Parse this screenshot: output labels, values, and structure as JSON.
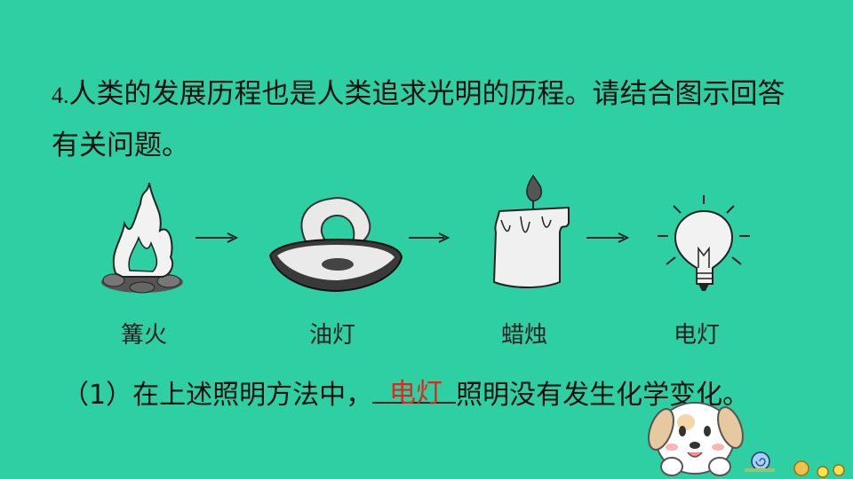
{
  "question": {
    "number": "4.",
    "text": "人类的发展历程也是人类追求光明的历程。请结合图示回答有关问题。"
  },
  "diagram": {
    "items": [
      {
        "label": "篝火",
        "icon": "bonfire-icon"
      },
      {
        "label": "油灯",
        "icon": "oil-lamp-icon"
      },
      {
        "label": "蜡烛",
        "icon": "candle-icon"
      },
      {
        "label": "电灯",
        "icon": "light-bulb-icon"
      }
    ]
  },
  "subquestion": {
    "prefix": "（1）在上述照明方法中，",
    "suffix": "照明没有发生化学变化。",
    "answer": "电灯"
  },
  "colors": {
    "background": "#2fcfa4",
    "answer": "#e8231a"
  }
}
